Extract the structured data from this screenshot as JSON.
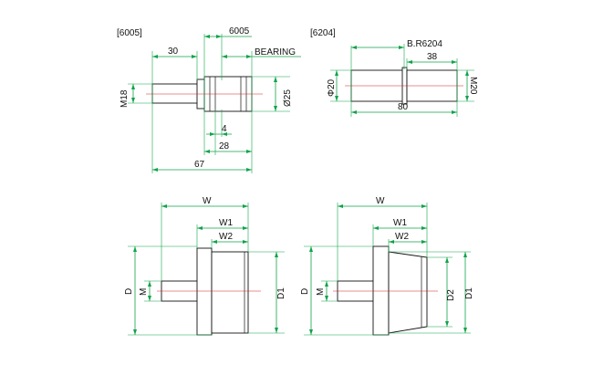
{
  "figure_1": {
    "tag": "[6005]",
    "d30": "30",
    "d6005": "6005",
    "bearing": "BEARING",
    "m18": "M18",
    "d25": "Ø25",
    "d4": "4",
    "d28": "28",
    "d67": "67"
  },
  "figure_2": {
    "tag": "[6204]",
    "b_r6204": "B.R6204",
    "d38": "38",
    "phi20": "Φ20",
    "m20": "M20",
    "d80": "80"
  },
  "figure_3": {
    "w": "W",
    "w1": "W1",
    "w2": "W2",
    "d": "D",
    "m": "M",
    "d1": "D1"
  },
  "figure_4": {
    "w": "W",
    "w1": "W1",
    "w2": "W2",
    "d": "D",
    "m": "M",
    "d2": "D2",
    "d1": "D1"
  },
  "colors": {
    "dimension_line": "#11a34a",
    "center_line": "#d62020",
    "outline": "#111111"
  }
}
